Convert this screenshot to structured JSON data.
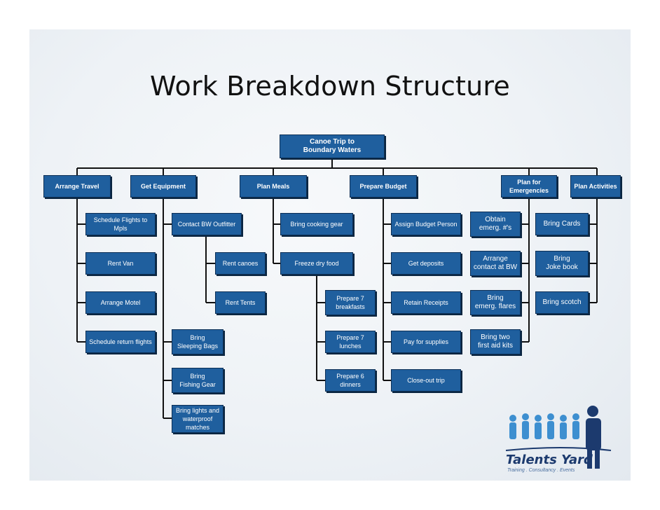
{
  "title": "Work Breakdown Structure",
  "root": {
    "label": "Canoe Trip to\nBoundary Waters"
  },
  "categories": [
    {
      "label": "Arrange Travel",
      "tasks": [
        "Schedule Flights to Mpls",
        "Rent Van",
        "Arrange Motel",
        "Schedule return flights"
      ]
    },
    {
      "label": "Get Equipment",
      "tasks": [
        "Contact BW Outfitter",
        "Bring\nSleeping Bags",
        "Bring\nFishing Gear",
        "Bring lights and\nwaterproof\nmatches"
      ],
      "subtasks": [
        "Rent canoes",
        "Rent Tents"
      ]
    },
    {
      "label": "Plan Meals",
      "tasks": [
        "Bring cooking gear",
        "Freeze dry food"
      ],
      "subtasks": [
        "Prepare 7\nbreakfasts",
        "Prepare 7 lunches",
        "Prepare 6 dinners"
      ]
    },
    {
      "label": "Prepare Budget",
      "tasks": [
        "Assign Budget Person",
        "Get deposits",
        "Retain Receipts",
        "Pay for supplies",
        "Close-out trip"
      ]
    },
    {
      "label": "Plan for\nEmergencies",
      "tasks": [
        "Obtain\nemerg. #'s",
        "Arrange\ncontact at BW",
        "Bring\nemerg. flares",
        "Bring two\nfirst aid kits"
      ]
    },
    {
      "label": "Plan Activities",
      "tasks": [
        "Bring Cards",
        "Bring\nJoke book",
        "Bring scotch"
      ]
    }
  ],
  "logo": {
    "name": "Talents Yard",
    "tagline": "Training . Consultancy . Events"
  },
  "colors": {
    "box_fill": "#1f5f9e",
    "box_border": "#0d2f55",
    "line": "#111111"
  }
}
